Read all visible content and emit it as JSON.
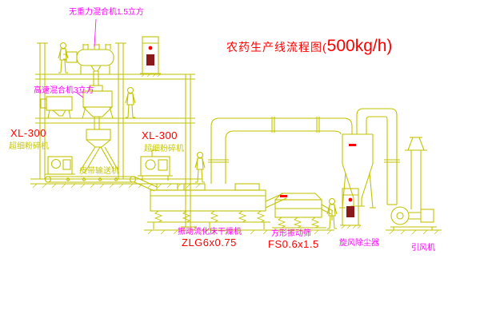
{
  "title": {
    "prefix": "农药生产线流程图(",
    "capacity": "500kg/h)"
  },
  "labels": {
    "gravity_mixer": "无重力混合机1.5立方",
    "high_speed_mixer": "高速混合机3立方",
    "mill_left_model": "XL-300",
    "mill_left_name": "超细粉碎机",
    "mill_center_model": "XL-300",
    "mill_center_name": "超细粉碎机",
    "belt_conveyor": "皮带输送机",
    "fluid_bed_dryer": "振动流化床干燥机",
    "fluid_bed_dryer_model": "ZLG6x0.75",
    "vibrating_screen": "方形振动筛",
    "vibrating_screen_model": "FS0.6x1.5",
    "cyclone": "旋风除尘器",
    "draft_fan": "引风机"
  },
  "colors": {
    "background": "#ffffff",
    "linework": "#c2c200",
    "label_magenta": "#ff00ff",
    "label_red": "#ff0000",
    "label_yellow": "#c8c800",
    "panel_dark_red": "#8b1a1a"
  }
}
